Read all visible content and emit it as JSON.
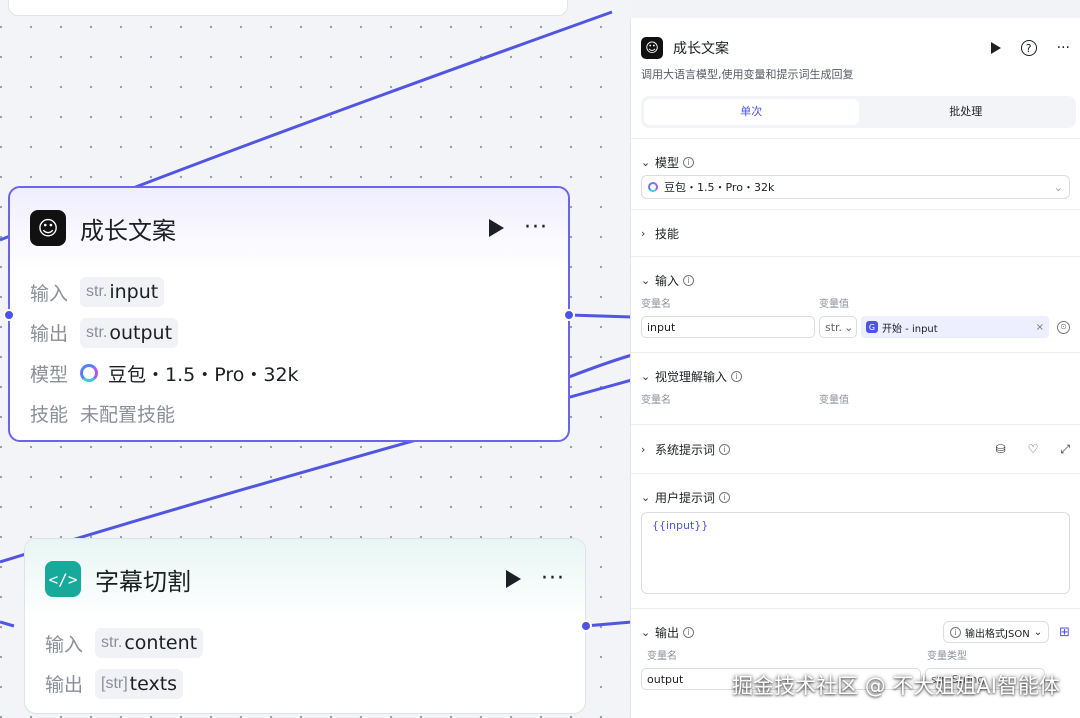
{
  "canvas": {
    "llm_node": {
      "title": "成长文案",
      "rows": [
        {
          "label": "输入",
          "type": "str.",
          "value": "input"
        },
        {
          "label": "输出",
          "type": "str.",
          "value": "output"
        }
      ],
      "model_label": "模型",
      "model_value": "豆包・1.5・Pro・32k",
      "skill_label": "技能",
      "skill_value": "未配置技能",
      "more": "···"
    },
    "code_node": {
      "title": "字幕切割",
      "rows": [
        {
          "label": "输入",
          "type": "str.",
          "value": "content"
        },
        {
          "label": "输出",
          "type": "[str]",
          "value": "texts"
        }
      ],
      "more": "···"
    }
  },
  "panel": {
    "title": "成长文案",
    "description": "调用大语言模型,使用变量和提示词生成回复",
    "help": "?",
    "more": "···",
    "tabs": [
      "单次",
      "批处理"
    ],
    "model_section": {
      "title": "模型",
      "value": "豆包・1.5・Pro・32k"
    },
    "skill_section": {
      "title": "技能"
    },
    "input_section": {
      "title": "输入",
      "col_name": "变量名",
      "col_value": "变量值",
      "var_name": "input",
      "var_type": "str.",
      "ref": "开始 - input"
    },
    "vision_section": {
      "title": "视觉理解输入",
      "col_name": "变量名",
      "col_value": "变量值"
    },
    "system_prompt_section": {
      "title": "系统提示词"
    },
    "user_prompt_section": {
      "title": "用户提示词",
      "content": "{{input}}"
    },
    "output_section": {
      "title": "输出",
      "format_button": "输出格式JSON",
      "col_name": "变量名",
      "col_type": "变量类型",
      "var_name": "output",
      "var_type": "str. String"
    }
  },
  "watermark": "掘金技术社区 @ 不大姐姐AI智能体",
  "colors": {
    "accent": "#4d53e8",
    "edge": "#5156e0",
    "code_icon": "#17a99a"
  }
}
